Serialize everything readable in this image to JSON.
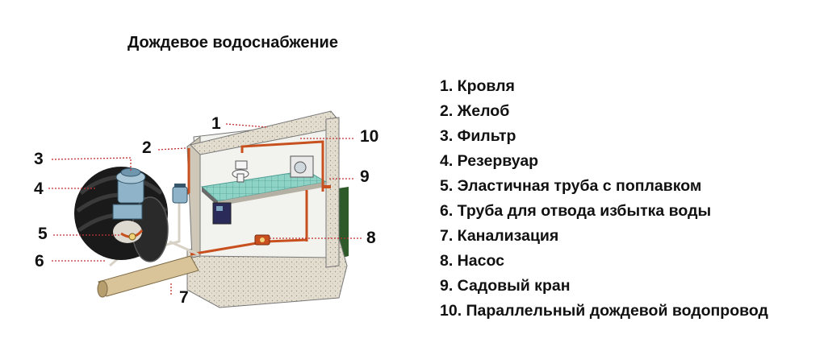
{
  "title": "Дождевое водоснабжение",
  "callouts": [
    "1",
    "2",
    "3",
    "4",
    "5",
    "6",
    "7",
    "8",
    "9",
    "10"
  ],
  "legend": [
    "1. Кровля",
    "2. Желоб",
    "3. Фильтр",
    "4. Резервуар",
    "5. Эластичная труба с поплавком",
    "6. Труба для отвода избытка воды",
    "7. Канализация",
    "8. Насос",
    "9. Садовый кран",
    "10. Параллельный дождевой водопровод"
  ],
  "colors": {
    "callout_line": "#c03030",
    "pipe": "#c8501e",
    "tank": "#1a1a1a",
    "filter": "#8fb3c8",
    "floor": "#8ed3c6",
    "concrete": "#d9d3c4",
    "grass": "#2e5a2a"
  }
}
